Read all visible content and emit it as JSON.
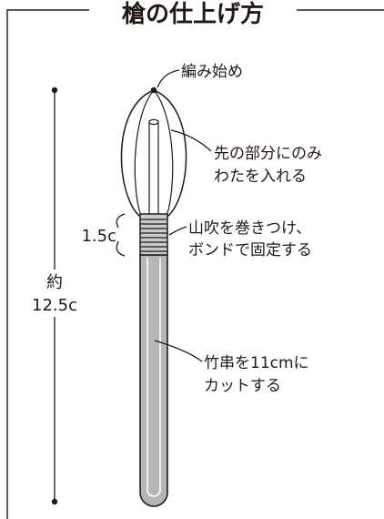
{
  "title": "槍の仕上げ方",
  "labels": {
    "start": "編み始め",
    "cotton_line1": "先の部分にのみ",
    "cotton_line2": "わたを入れる",
    "wrap_line1": "山吹を巻きつけ、",
    "wrap_line2": "ボンドで固定する",
    "wrap_size": "1.5c",
    "skewer_line1": "竹串を11cmに",
    "skewer_line2": "カットする",
    "total_line1": "約",
    "total_line2": "12.5c"
  },
  "colors": {
    "ink": "#231815",
    "skewer_fill": "#b5b6b6",
    "band_fill": "#c9caca",
    "paper": "#ffffff"
  }
}
